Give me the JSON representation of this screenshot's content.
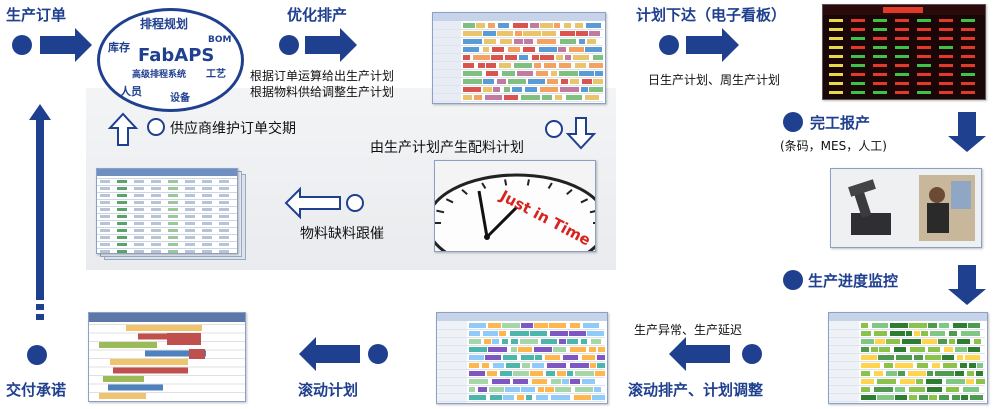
{
  "nodes": {
    "production_order": "生产订单",
    "optimize_schedule": "优化排产",
    "plan_release": "计划下达（电子看板）",
    "completion_report": "完工报产",
    "progress_monitor": "生产进度监控",
    "rolling_reschedule": "滚动排产、计划调整",
    "rolling_plan": "滚动计划",
    "delivery_promise": "交付承诺"
  },
  "notes": {
    "schedule_line1": "根据订单运算给出生产计划",
    "schedule_line2": "根据物料供给调整生产计划",
    "daily_weekly": "日生产计划、周生产计划",
    "report_methods": "(条码，MES，人工)",
    "exceptions": "生产异常、生产延迟",
    "material_plan": "由生产计划产生配料计划",
    "supplier_dates": "供应商维护订单交期",
    "material_chase": "物料缺料跟催"
  },
  "ellipse": {
    "center": "FabAPS",
    "sub": "高级排程系统",
    "top": "排程规划",
    "inventory": "库存",
    "bom": "BOM",
    "process": "工艺",
    "people": "人员",
    "equipment": "设备"
  },
  "clock": {
    "text": "Just in Time"
  },
  "colors": {
    "accent": "#1f3f8f",
    "board_bg": "#1a0606",
    "board_red": "#e23a2a",
    "board_yellow": "#e8d84a",
    "clock_red": "#d8221c"
  }
}
